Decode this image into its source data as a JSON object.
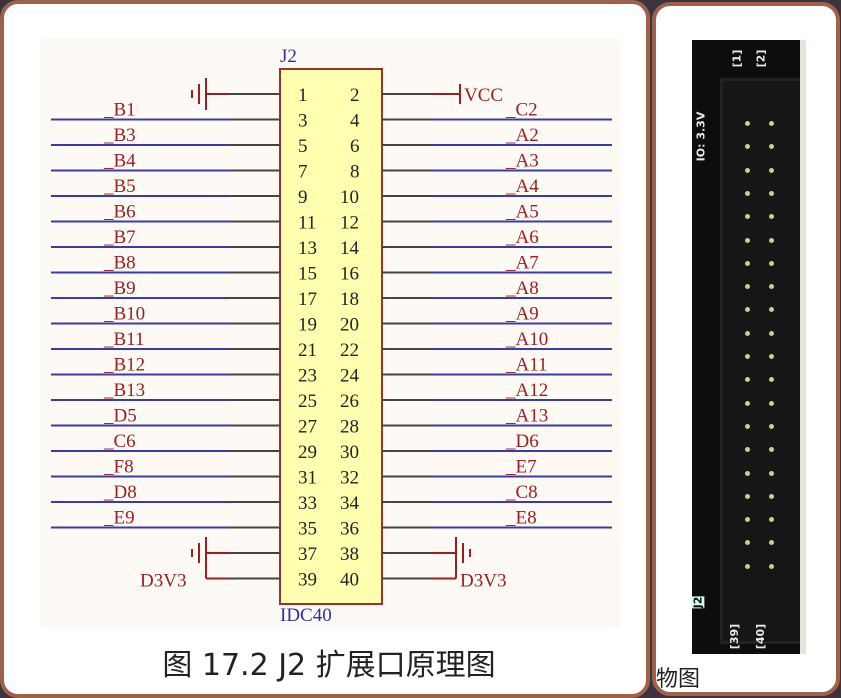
{
  "left_panel": {
    "ref_designator": "J2",
    "part_name": "IDC40",
    "pin_rows": [
      [
        "1",
        "2"
      ],
      [
        "3",
        "4"
      ],
      [
        "5",
        "6"
      ],
      [
        "7",
        "8"
      ],
      [
        "9",
        "10"
      ],
      [
        "11",
        "12"
      ],
      [
        "13",
        "14"
      ],
      [
        "15",
        "16"
      ],
      [
        "17",
        "18"
      ],
      [
        "19",
        "20"
      ],
      [
        "21",
        "22"
      ],
      [
        "23",
        "24"
      ],
      [
        "25",
        "26"
      ],
      [
        "27",
        "28"
      ],
      [
        "29",
        "30"
      ],
      [
        "31",
        "32"
      ],
      [
        "33",
        "34"
      ],
      [
        "35",
        "36"
      ],
      [
        "37",
        "38"
      ],
      [
        "39",
        "40"
      ]
    ],
    "left_nets": [
      "B1",
      "B3",
      "B4",
      "B5",
      "B6",
      "B7",
      "B8",
      "B9",
      "B10",
      "B11",
      "B12",
      "B13",
      "D5",
      "C6",
      "F8",
      "D8",
      "E9"
    ],
    "right_nets": [
      "C2",
      "A2",
      "A3",
      "A4",
      "A5",
      "A6",
      "A7",
      "A8",
      "A9",
      "A10",
      "A11",
      "A12",
      "A13",
      "D6",
      "E7",
      "C8",
      "E8"
    ],
    "vcc_label": "VCC",
    "d3v3_left": "D3V3",
    "d3v3_right": "D3V3",
    "caption": "图 17.2 J2 扩展口原理图",
    "colors": {
      "net_line": "#3a3aa8",
      "label": "#9a2020",
      "box_fill": "#ffffb0",
      "box_border": "#a03030",
      "designator": "#3030a0"
    }
  },
  "right_panel": {
    "silk_io": "IO: 3.3V",
    "silk_pin1": "[1]",
    "silk_pin2": "[2]",
    "silk_pin39": "[39]",
    "silk_pin40": "[40]",
    "silk_j2": "J2",
    "caption": "物图"
  }
}
